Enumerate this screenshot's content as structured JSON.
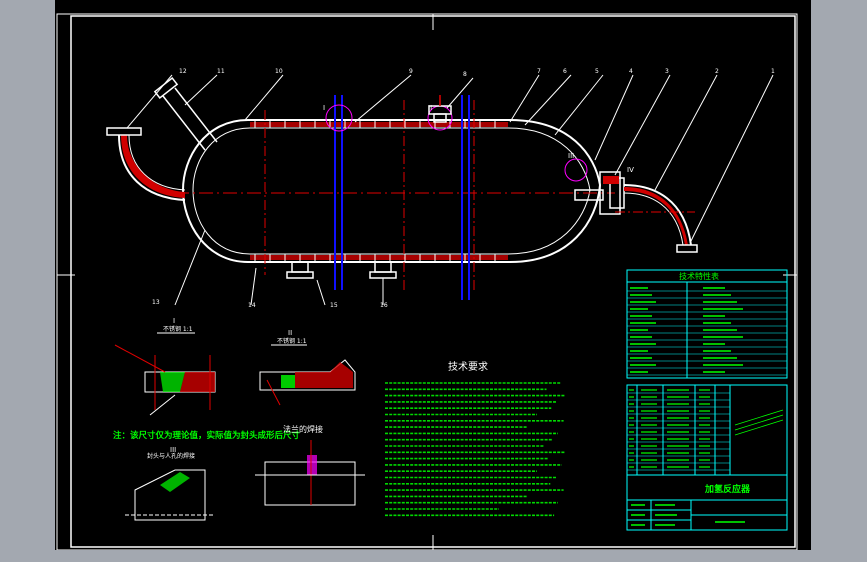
{
  "colors": {
    "background": "#000000",
    "outer_gray": "#a3a8b0",
    "border": "#ffffff",
    "vessel": "#ffffff",
    "vessel_fill": "#d00000",
    "centerline": "#e00000",
    "electrode": "#1010ff",
    "table_line": "#00ffff",
    "text_green": "#00ff00",
    "text_white": "#ffffff",
    "accent": "#ff00ff"
  },
  "part_numbers": [
    "12",
    "11",
    "10",
    "9",
    "8",
    "7",
    "6",
    "5",
    "4",
    "3",
    "2",
    "1"
  ],
  "lower_labels": [
    "13",
    "14",
    "15",
    "16"
  ],
  "section_marks": {
    "I": "I",
    "II": "II",
    "III": "III",
    "IV": "IV"
  },
  "detail_views": {
    "view_I_title": "I",
    "view_I_sub": "不锈钢 1:1",
    "view_II_title": "II",
    "view_II_sub": "不锈钢 1:1",
    "view_III_title": "III",
    "view_IV_title": "IV"
  },
  "notes": {
    "left_note": "注：该尺寸仅为理论值，实际值为封头成形后尺寸",
    "flange_weld_title": "法兰的焊接",
    "left_small_label": "封头与人孔的焊接"
  },
  "tech_requirements": {
    "title": "技术要求"
  },
  "spec_table": {
    "title": "技术特性表"
  },
  "title_block": {
    "drawing_name": "加氢反应器"
  }
}
